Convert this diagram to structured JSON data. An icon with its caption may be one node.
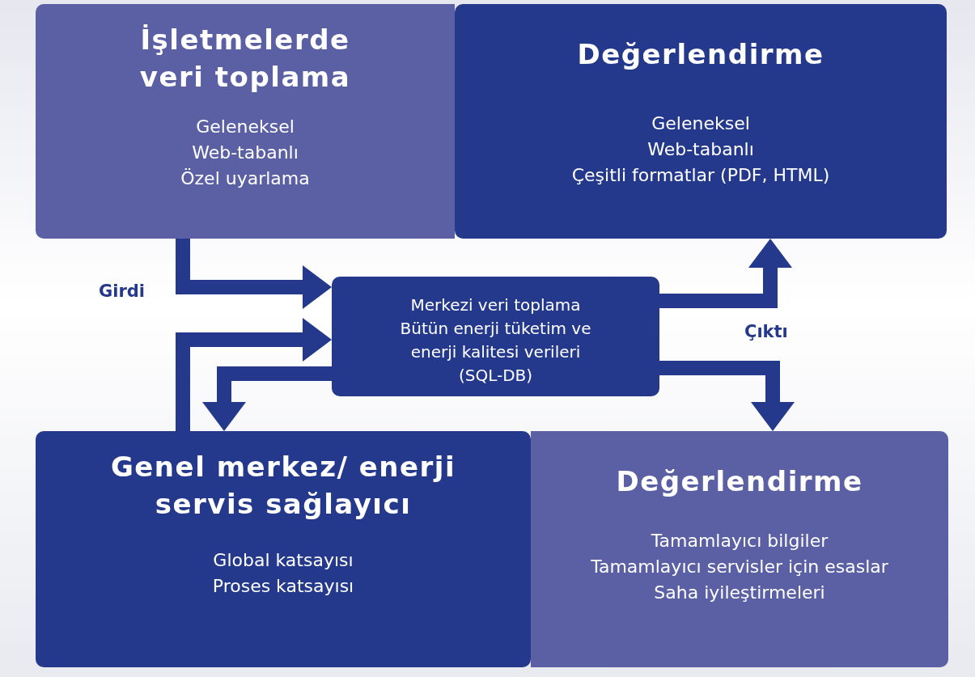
{
  "diagram": {
    "nodes": [
      {
        "text": [
          "İşletmelerde veri toplama",
          "Geleneksel",
          "Web-tabanlı",
          "Özel uyarlama"
        ]
      },
      {
        "text": [
          "Değerlendirme",
          "Geleneksel",
          "Web-tabanlı",
          "Çeşitli formatlar (PDF, HTML)"
        ]
      },
      {
        "text": [
          "Merkezi veri toplama",
          "Bütün enerji tüketim ve enerji kalitesi verileri",
          "(SQL-DB)"
        ]
      },
      {
        "text": [
          "Genel merkez/ enerji servis sağlayıcı",
          "Global katsayısı",
          "Proses katsayısı"
        ]
      },
      {
        "text": [
          "Değerlendirme",
          "Tamamlayıcı bilgiler",
          "Tamamlayıcı servisler için esaslar",
          "Saha iyileştirmeleri"
        ]
      }
    ],
    "edges": [
      {
        "from": 0,
        "to": 2,
        "arrow": "to"
      },
      {
        "from": 3,
        "to": 2,
        "arrow": "to"
      },
      {
        "from": 2,
        "to": 3,
        "arrow": "to"
      },
      {
        "from": 2,
        "to": 1,
        "arrow": "to"
      },
      {
        "from": 2,
        "to": 4,
        "arrow": "to"
      }
    ],
    "labels": [
      "Girdi",
      "Çıktı"
    ]
  }
}
